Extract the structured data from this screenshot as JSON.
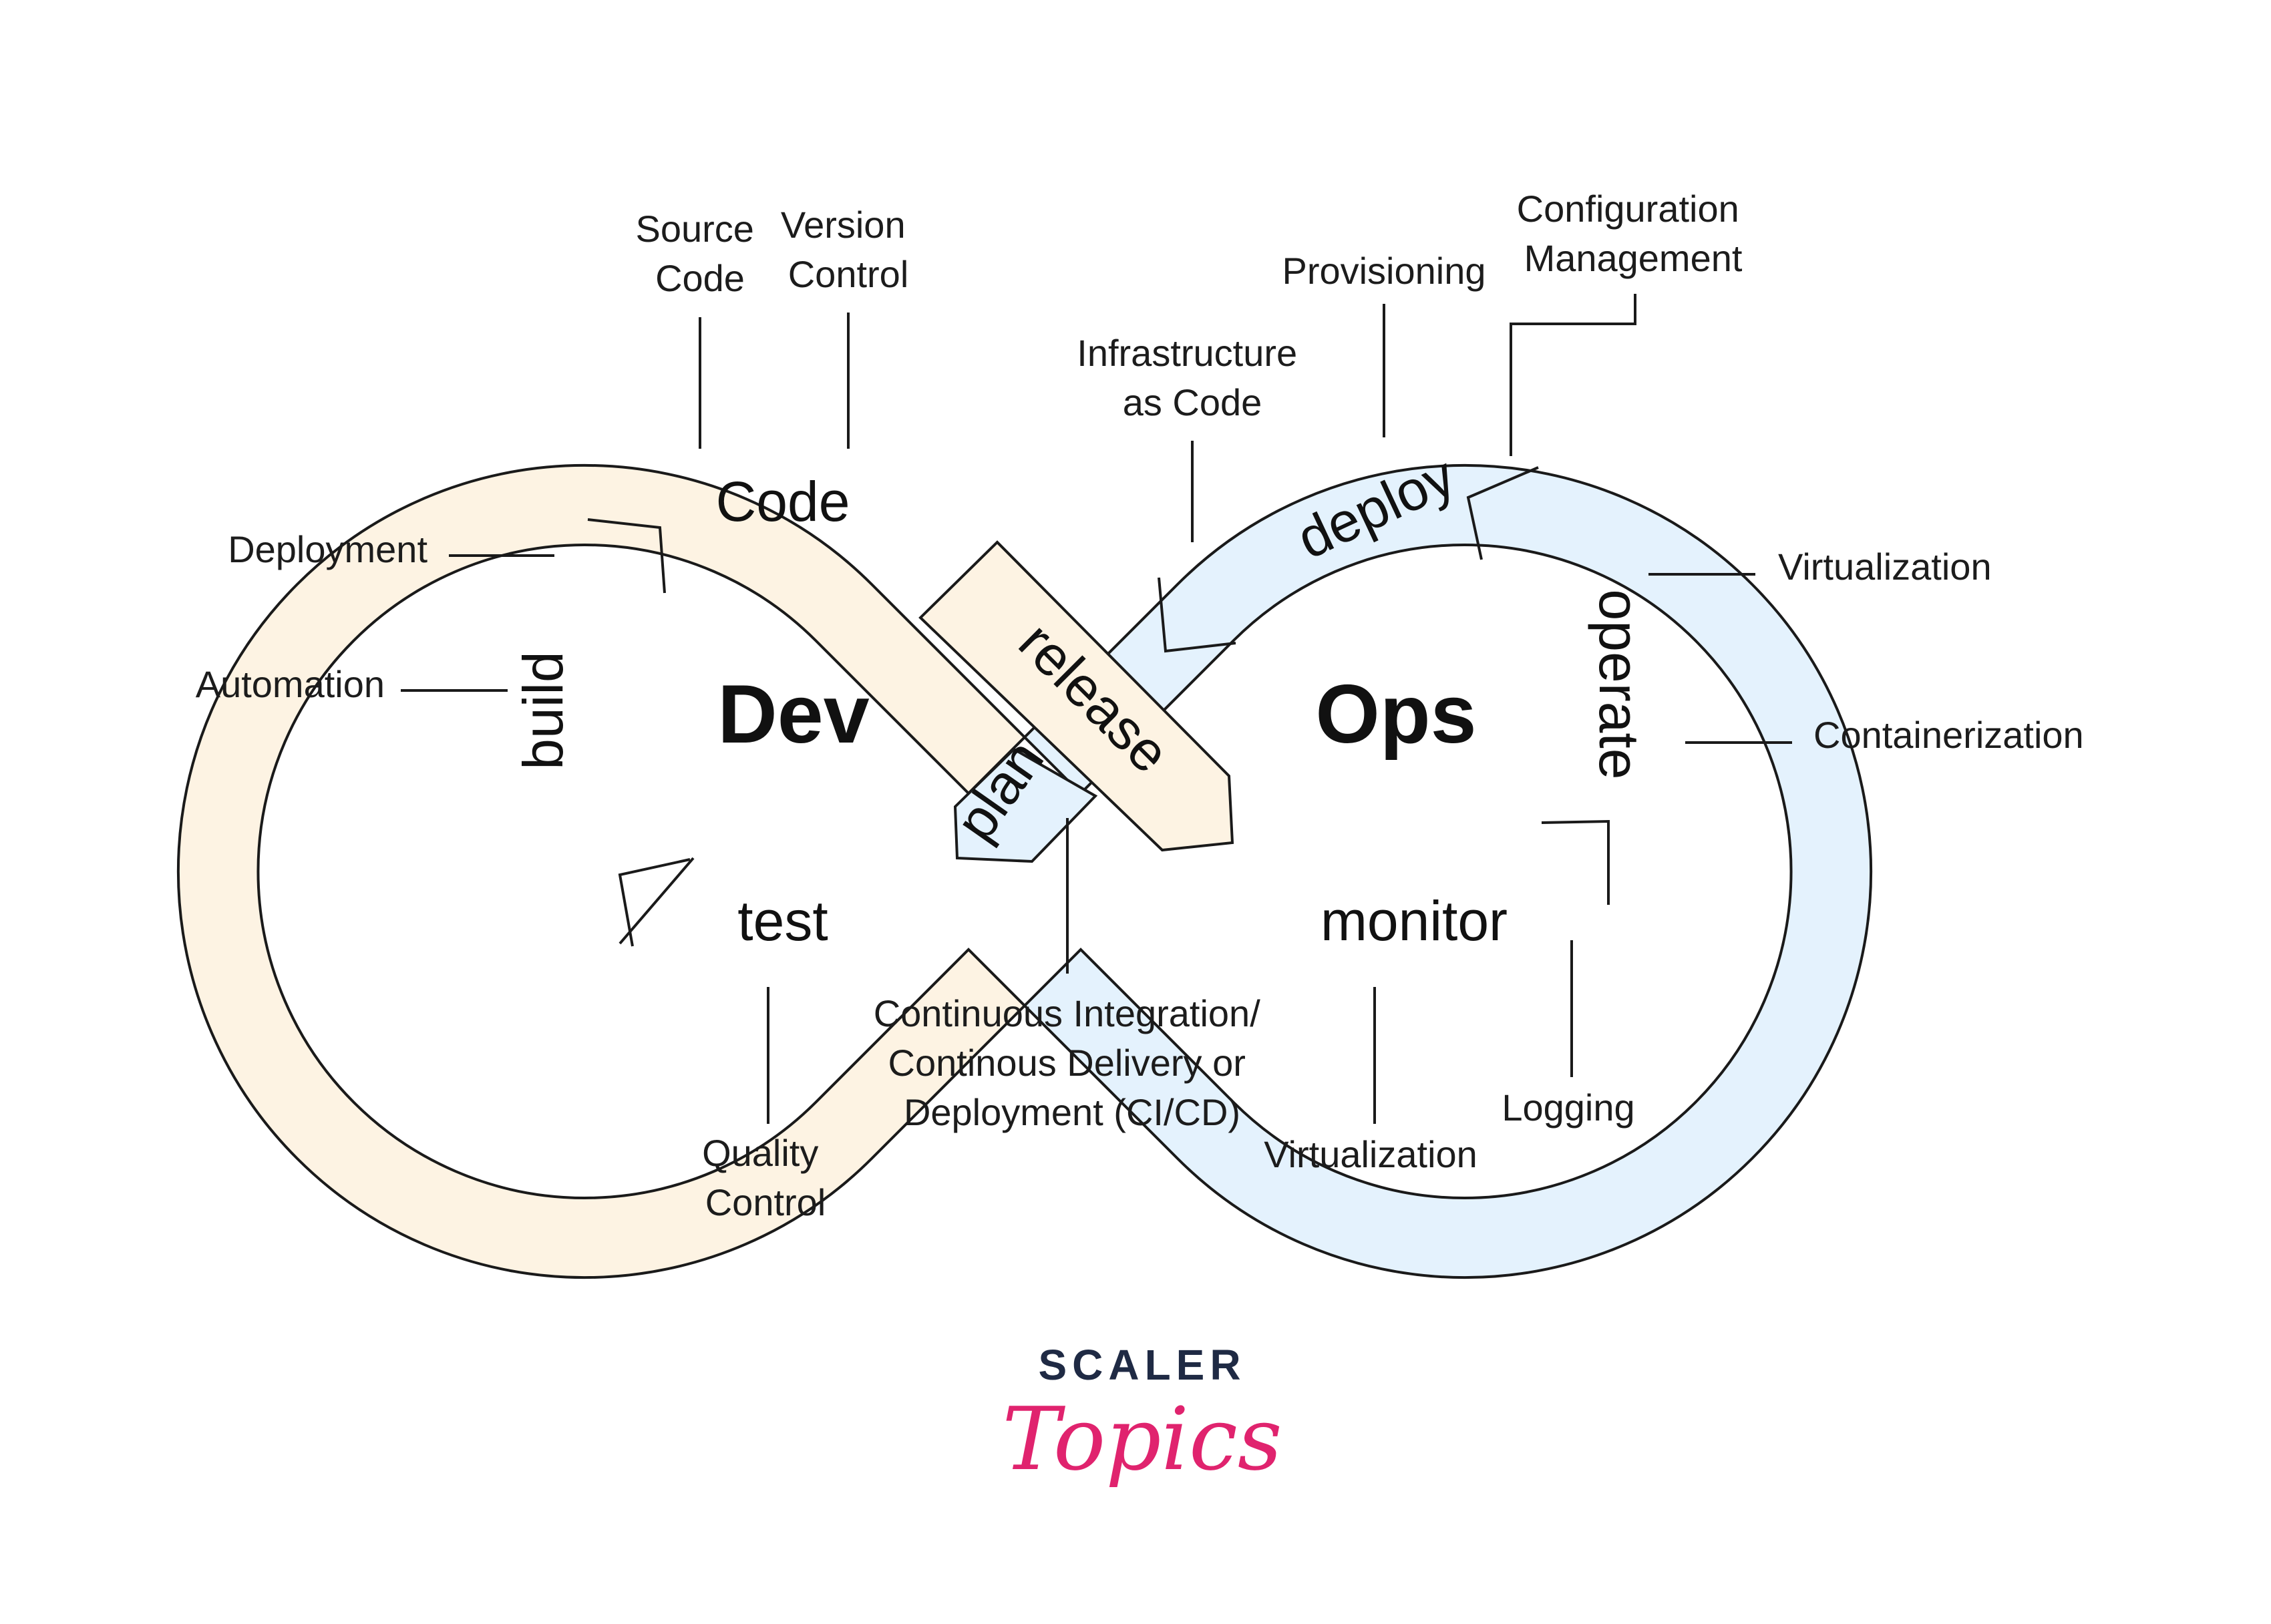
{
  "colors": {
    "dev_fill": "#fdf3e3",
    "ops_fill": "#e4f2fd",
    "outline": "#1a1a1a",
    "brand_dark": "#1f2a44",
    "brand_pink": "#e0236e"
  },
  "hubs": {
    "dev": "Dev",
    "ops": "Ops"
  },
  "stages": {
    "code": "Code",
    "build": "build",
    "test": "test",
    "plan": "plan",
    "release": "release",
    "deploy": "deploy",
    "operate": "operate",
    "monitor": "monitor"
  },
  "annotations": {
    "source_code": [
      "Source",
      "Code"
    ],
    "version_control": [
      "Version",
      "Control"
    ],
    "deployment": "Deployment",
    "automation": "Automation",
    "quality_control": [
      "Quality",
      "Control"
    ],
    "cicd": [
      "Continuous Integration/",
      "Continous Delivery or",
      "Deployment (CI/CD)"
    ],
    "infrastructure_as_code": [
      "Infrastructure",
      "as Code"
    ],
    "provisioning": "Provisioning",
    "configuration_management": [
      "Configuration",
      "Management"
    ],
    "virtualization_right": "Virtualization",
    "containerization": "Containerization",
    "logging": "Logging",
    "virtualization_bottom": "Virtualization"
  },
  "brand": {
    "name": "SCALER",
    "tagline": "Topics"
  }
}
